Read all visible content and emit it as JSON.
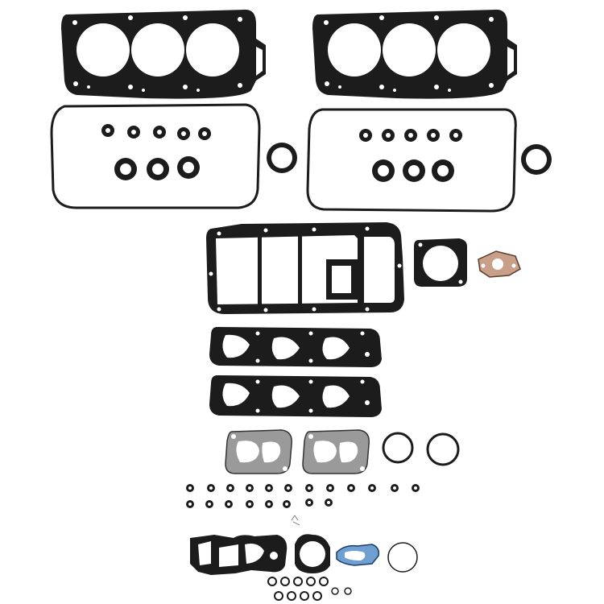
{
  "colors": {
    "background": "#ffffff",
    "gasket_dark": "#1c1c1c",
    "gasket_steel": "#9a9a9a",
    "gasket_fiber": "#c8a08a",
    "gasket_blue": "#6f9fd1"
  },
  "parts": [
    {
      "name": "cylinder-head-gasket",
      "count": 2
    },
    {
      "name": "valve-cover-gasket",
      "count": 2
    },
    {
      "name": "valve-stem-seal",
      "count": 12
    },
    {
      "name": "spark-plug-tube-seal",
      "count": 6
    },
    {
      "name": "camshaft-seal",
      "count": 2
    },
    {
      "name": "intake-plenum-gasket",
      "count": 1
    },
    {
      "name": "throttle-body-gasket",
      "count": 1
    },
    {
      "name": "egr-gasket",
      "count": 1
    },
    {
      "name": "intake-manifold-gasket",
      "count": 2
    },
    {
      "name": "exhaust-gasket",
      "count": 2
    },
    {
      "name": "o-ring-large",
      "count": 2
    },
    {
      "name": "small-o-ring",
      "count": 26
    },
    {
      "name": "water-outlet-gasket",
      "count": 1
    },
    {
      "name": "thermostat-gasket",
      "count": 1
    },
    {
      "name": "water-pump-gasket",
      "count": 1
    },
    {
      "name": "o-ring-thin",
      "count": 1
    }
  ]
}
